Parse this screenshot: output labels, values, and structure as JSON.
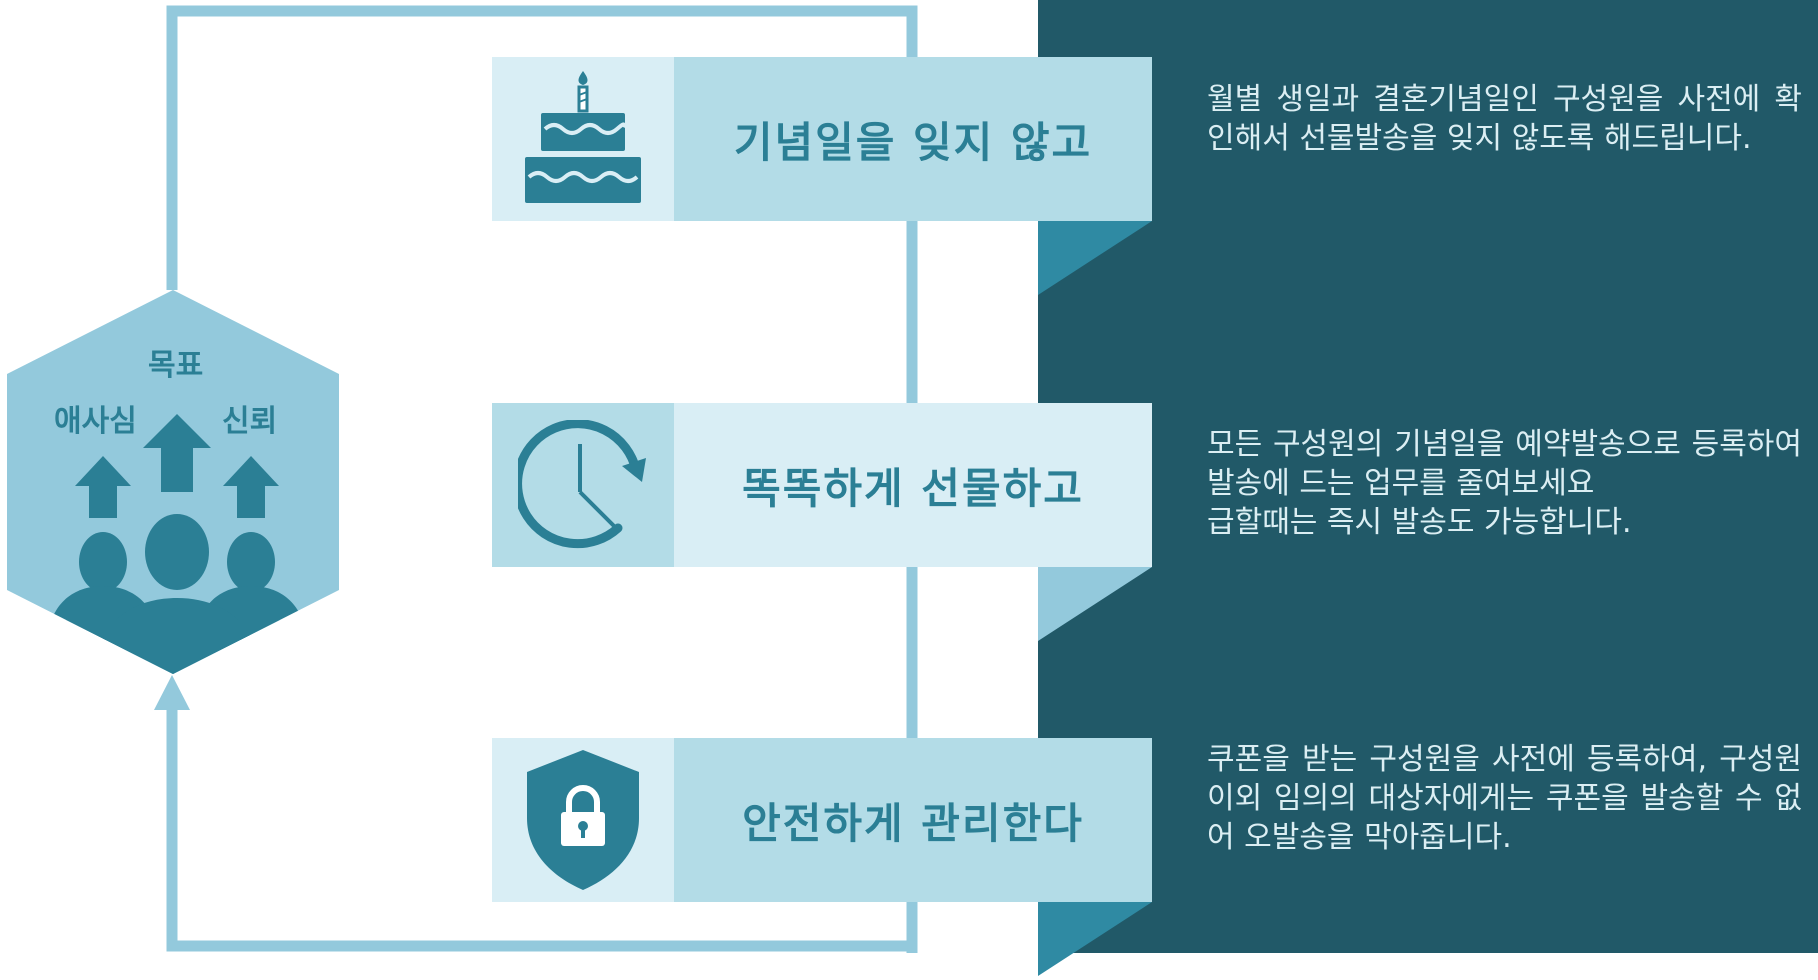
{
  "colors": {
    "dark_panel": "#215968",
    "accent": "#2b7f95",
    "light_blue": "#b3dce7",
    "pale_blue": "#d9eef5",
    "mid_blue": "#93c9dc",
    "fold_blue": "#2f8aa3"
  },
  "hexagon": {
    "labels": {
      "top": "목표",
      "left": "애사심",
      "right": "신뢰"
    },
    "icon": "team-arrows-icon"
  },
  "cards": [
    {
      "title": "기념일을 잊지 않고",
      "icon": "birthday-cake-icon",
      "description": "월별 생일과 결혼기념일인 구성원을 사전에 확인해서 선물발송을 잊지 않도록 해드립니다."
    },
    {
      "title": "똑똑하게 선물하고",
      "icon": "clock-refresh-icon",
      "description": "모든 구성원의 기념일을 예약발송으로 등록하여 발송에 드는 업무를 줄여보세요\n급할때는 즉시 발송도 가능합니다."
    },
    {
      "title": "안전하게 관리한다",
      "icon": "shield-lock-icon",
      "description": "쿠폰을 받는 구성원을 사전에 등록하여, 구성원 이외 임의의 대상자에게는 쿠폰을 발송할 수 없어 오발송을 막아줍니다."
    }
  ]
}
